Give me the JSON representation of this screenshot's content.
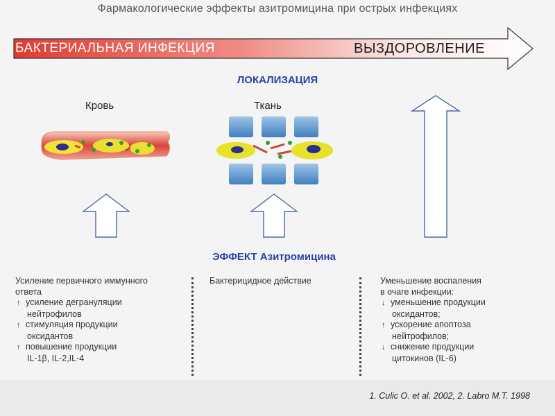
{
  "title": "Фармакологические эффекты азитромицина при острых инфекциях",
  "timeline": {
    "start_label": "БАКТЕРИАЛЬНАЯ ИНФЕКЦИЯ",
    "end_label": "ВЫЗДОРОВЛЕНИЕ",
    "start_color": "#e23a30",
    "end_color": "#ffffff"
  },
  "localization": {
    "heading": "ЛОКАЛИЗАЦИЯ",
    "blood": "Кровь",
    "tissue": "Ткань"
  },
  "effect_heading": "ЭФФЕКТ Азитромицина",
  "columns": {
    "left": {
      "heading_1": "Усиление первичного иммунного",
      "heading_2": "ответа",
      "items": [
        {
          "arrow": "↑",
          "line1": "усиление дегрануляции",
          "line2": "нейтрофилов"
        },
        {
          "arrow": "↑",
          "line1": "стимуляция продукции",
          "line2": "оксидантов"
        },
        {
          "arrow": "↑",
          "line1": "повышение продукции",
          "line2": "IL-1β, IL-2,IL-4"
        }
      ]
    },
    "middle": {
      "heading_1": "Бактерицидное действие"
    },
    "right": {
      "heading_1": "Уменьшение воспаления",
      "heading_2": "в очаге инфекции:",
      "items": [
        {
          "arrow": "↓",
          "line1": "уменьшение продукции",
          "line2": "оксидантов;"
        },
        {
          "arrow": "↑",
          "line1": "ускорение апоптоза",
          "line2": "нейтрофилов;"
        },
        {
          "arrow": "↓",
          "line1": "снижение продукции",
          "line2": "цитокинов (IL-6)"
        }
      ]
    }
  },
  "citation": "1. Culic O. et al. 2002, 2. Labro M.T. 1998",
  "colors": {
    "accent_blue": "#2b3fa6",
    "arrow_stroke": "#4a68a8",
    "vessel_red": "#d9443a",
    "cell_yellow": "#e8e12a"
  }
}
